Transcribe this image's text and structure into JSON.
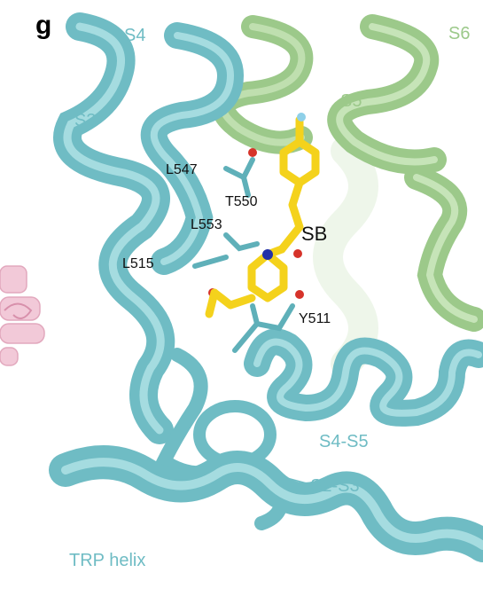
{
  "panel_label": "g",
  "helix_labels": {
    "s4": "S4",
    "s6": "S6",
    "s3": "S3",
    "s5": "S5",
    "s4_s5": "S4-S5",
    "s2_s3": "S2-S3",
    "trp_helix": "TRP helix"
  },
  "residue_labels": {
    "l547": "L547",
    "t550": "T550",
    "l553": "L553",
    "l515": "L515",
    "y511": "Y511"
  },
  "ligand_label": "SB",
  "colors": {
    "teal_helix": "#6fbcc4",
    "green_helix": "#9cc98a",
    "ligand_yellow": "#f4d21c",
    "pink_protein": "#f2c9d8",
    "nitrogen_blue": "#2230a8",
    "oxygen_red": "#d6332a"
  }
}
